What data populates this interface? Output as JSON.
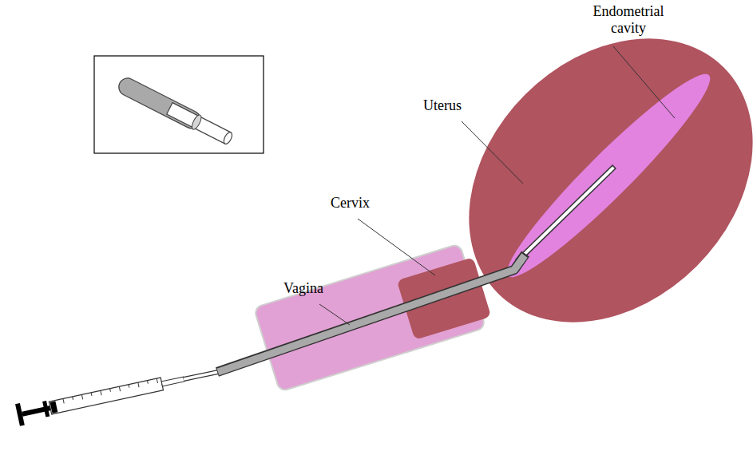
{
  "diagram": {
    "labels": [
      "Endometrial cavity",
      "Uterus",
      "Cervix",
      "Vagina"
    ]
  }
}
